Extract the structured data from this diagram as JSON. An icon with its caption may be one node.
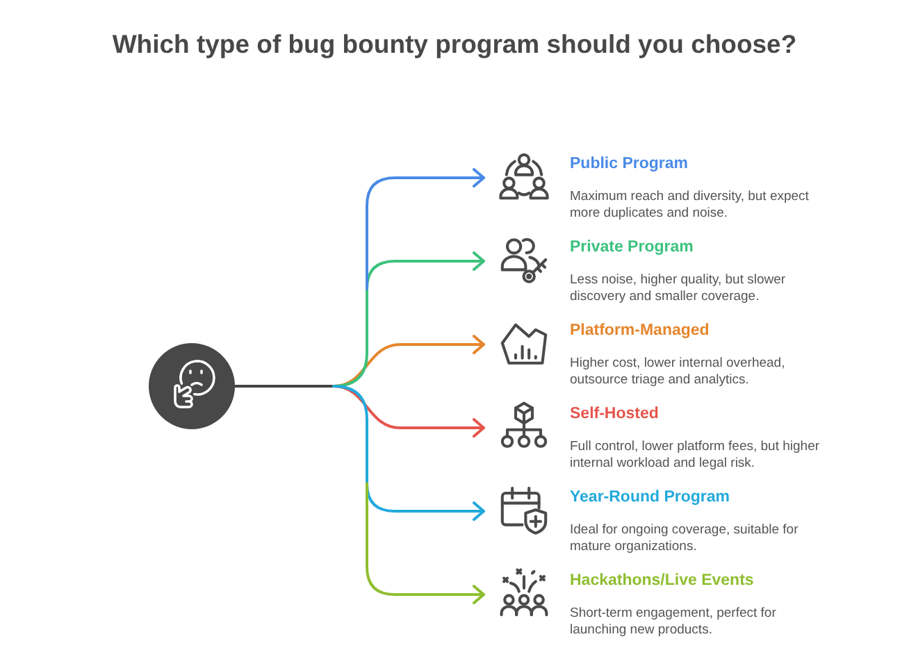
{
  "diagram": {
    "title": "Which type of bug bounty program should you choose?",
    "nodes": [
      {
        "text": [],
        "shape": "circle"
      },
      {
        "text": [
          "Public Program",
          "Maximum reach and diversity, but expect more duplicates and noise."
        ]
      },
      {
        "text": [
          "Private Program",
          "Less noise, higher quality, but slower discovery and smaller coverage."
        ]
      },
      {
        "text": [
          "Platform-Managed",
          "Higher cost, lower internal overhead, outsource triage and analytics."
        ]
      },
      {
        "text": [
          "Self-Hosted",
          "Full control, lower platform fees, but higher internal workload and legal risk."
        ]
      },
      {
        "text": [
          "Year-Round Program",
          "Ideal for ongoing coverage, suitable for mature organizations."
        ]
      },
      {
        "text": [
          "Hackathons/Live Events",
          "Short-term engagement, perfect for launching new products."
        ]
      }
    ],
    "edges": [
      {
        "from": 0,
        "to": 1,
        "arrow": "to",
        "color": "#4a8ae6"
      },
      {
        "from": 0,
        "to": 2,
        "arrow": "to",
        "color": "#3cc27e"
      },
      {
        "from": 0,
        "to": 3,
        "arrow": "to",
        "color": "#e5862d"
      },
      {
        "from": 0,
        "to": 4,
        "arrow": "to",
        "color": "#e5554d"
      },
      {
        "from": 0,
        "to": 5,
        "arrow": "to",
        "color": "#22a9dc"
      },
      {
        "from": 0,
        "to": 6,
        "arrow": "to",
        "color": "#8fbe30"
      }
    ]
  }
}
